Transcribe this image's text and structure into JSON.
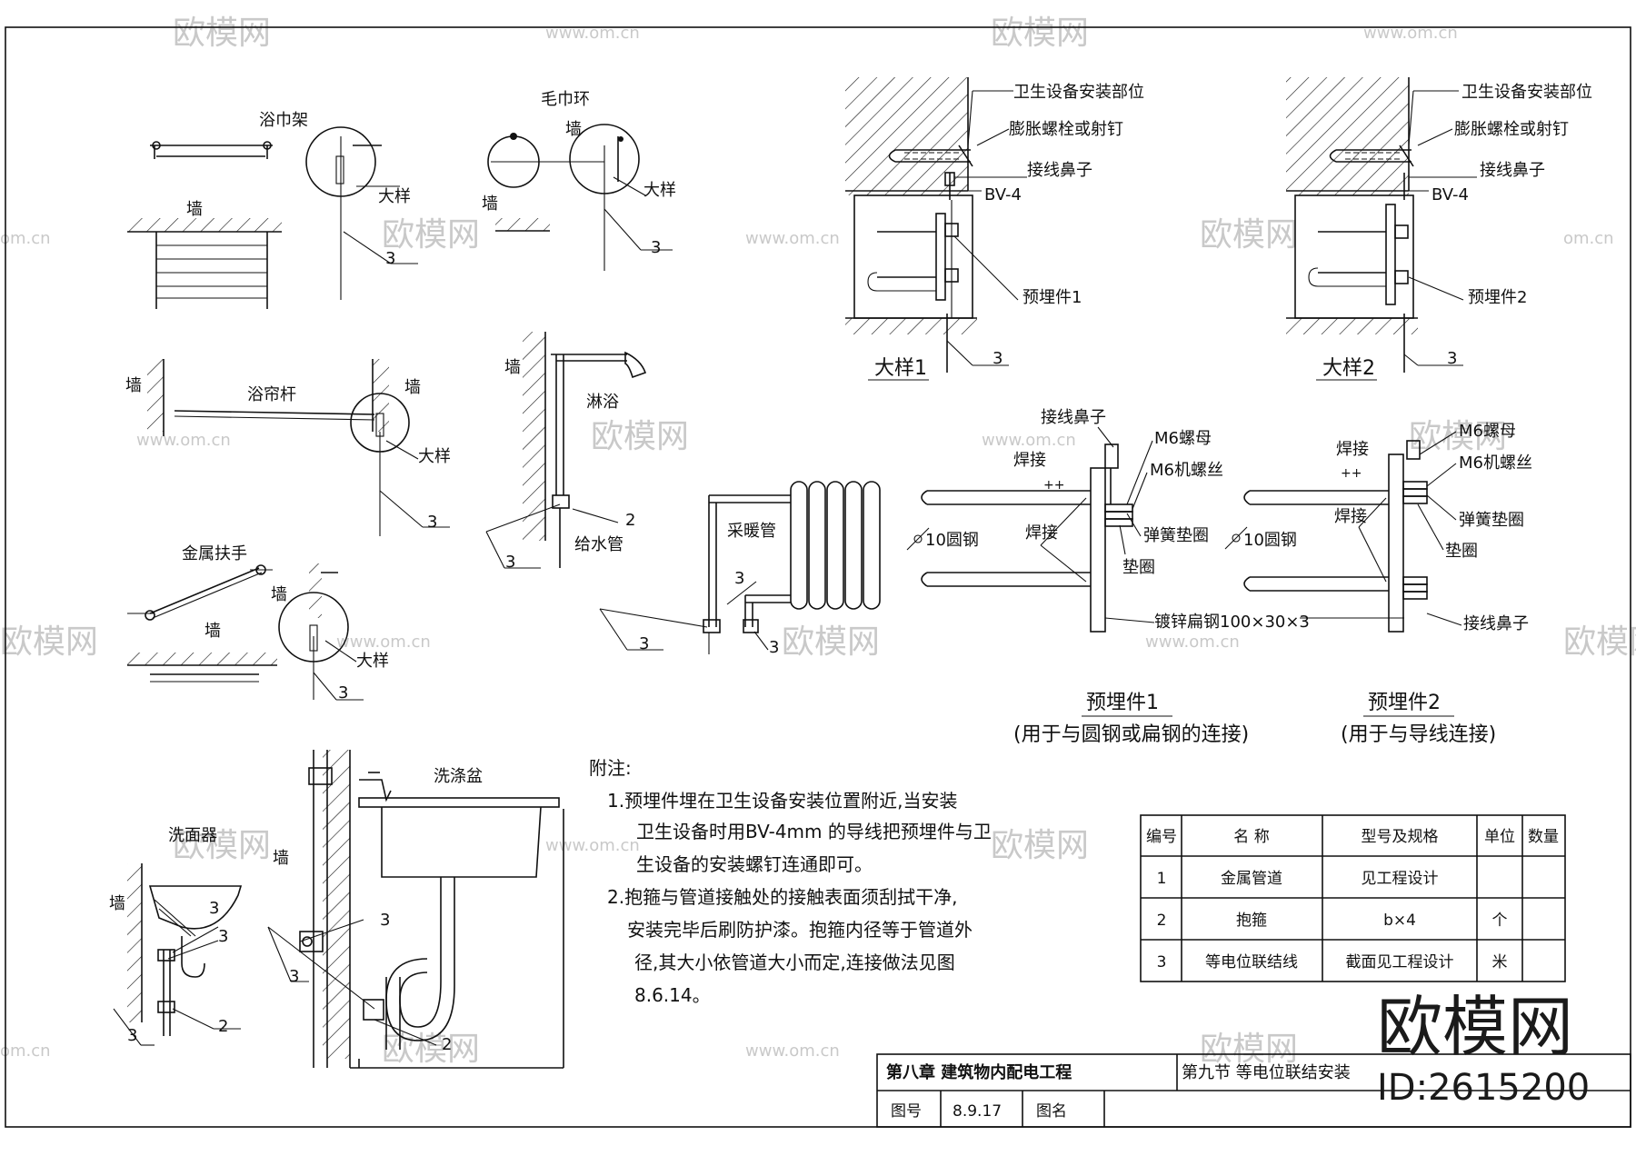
{
  "watermarks": {
    "brand": "欧模网",
    "site": "www.om.cn",
    "site_short": "om.cn",
    "big_brand": "欧模网",
    "id": "ID:2615200"
  },
  "labels": {
    "towel_rack": "浴巾架",
    "towel_ring": "毛巾环",
    "wall": "墙",
    "detail": "大样",
    "curtain_rod": "浴帘杆",
    "shower": "淋浴",
    "water_pipe": "给水管",
    "heating_pipe": "采暖管",
    "metal_handrail": "金属扶手",
    "washbasin": "洗面器",
    "sink": "洗涤盆",
    "num_2": "2",
    "num_3": "3"
  },
  "details": {
    "install_location": "卫生设备安装部位",
    "expansion_bolt": "膨胀螺栓或射钉",
    "terminal_lug": "接线鼻子",
    "bv4": "BV-4",
    "embedded_1": "预埋件1",
    "embedded_2": "预埋件2",
    "detail_1": "大样1",
    "detail_2": "大样2",
    "m6_nut": "M6螺母",
    "m6_screw": "M6机螺丝",
    "weld": "焊接",
    "spring_washer": "弹簧垫圈",
    "washer": "垫圈",
    "round_steel": "10圆钢",
    "flat_steel": "镀锌扁钢100×30×3",
    "embedded_1_title": "预埋件1",
    "embedded_1_use": "(用于与圆钢或扁钢的连接)",
    "embedded_2_title": "预埋件2",
    "embedded_2_use": "(用于与导线连接)"
  },
  "notes": {
    "heading": "附注:",
    "lines": [
      "1.预埋件埋在卫生设备安装位置附近,当安装",
      "卫生设备时用BV-4mm  的导线把预埋件与卫",
      "生设备的安装螺钉连通即可。",
      "2.抱箍与管道接触处的接触表面须刮拭干净,",
      "安装完毕后刷防护漆。抱箍内径等于管道外",
      "径,其大小依管道大小而定,连接做法见图",
      "8.6.14。"
    ]
  },
  "material_table": {
    "headers": [
      "编号",
      "名  称",
      "型号及规格",
      "单位",
      "数量"
    ],
    "rows": [
      [
        "1",
        "金属管道",
        "见工程设计",
        "",
        ""
      ],
      [
        "2",
        "抱箍",
        "b×4",
        "个",
        ""
      ],
      [
        "3",
        "等电位联结线",
        "截面见工程设计",
        "米",
        ""
      ]
    ]
  },
  "title_block": {
    "chapter": "第八章  建筑物内配电工程",
    "section": "第九节  等电位联结安装",
    "drawing_no_label": "图号",
    "drawing_no": "8.9.17",
    "drawing_name_label": "图名",
    "drawing_name": ""
  }
}
